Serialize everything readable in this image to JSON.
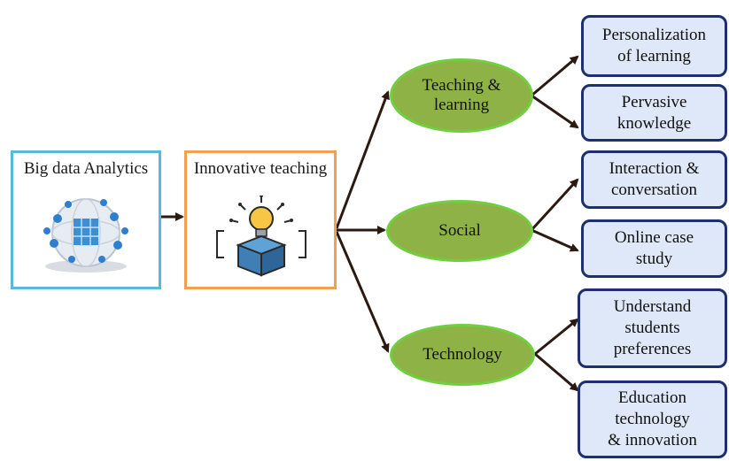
{
  "sources": {
    "big_data": "Big data Analytics",
    "innovative": "Innovative teaching"
  },
  "categories": [
    {
      "label": "Teaching &\nlearning",
      "children": [
        "Personalization\nof learning",
        "Pervasive\nknowledge"
      ]
    },
    {
      "label": "Social",
      "children": [
        "Interaction &\nconversation",
        "Online case\nstudy"
      ]
    },
    {
      "label": "Technology",
      "children": [
        "Understand\nstudents\npreferences",
        "Education\ntechnology\n& innovation"
      ]
    }
  ],
  "colors": {
    "big_data_border": "#5bb8d8",
    "innovative_border": "#f0a050",
    "oval_fill": "#8fb247",
    "oval_border": "#6fcf3f",
    "leaf_fill": "#dfe8f8",
    "leaf_border": "#1c2f6e"
  }
}
